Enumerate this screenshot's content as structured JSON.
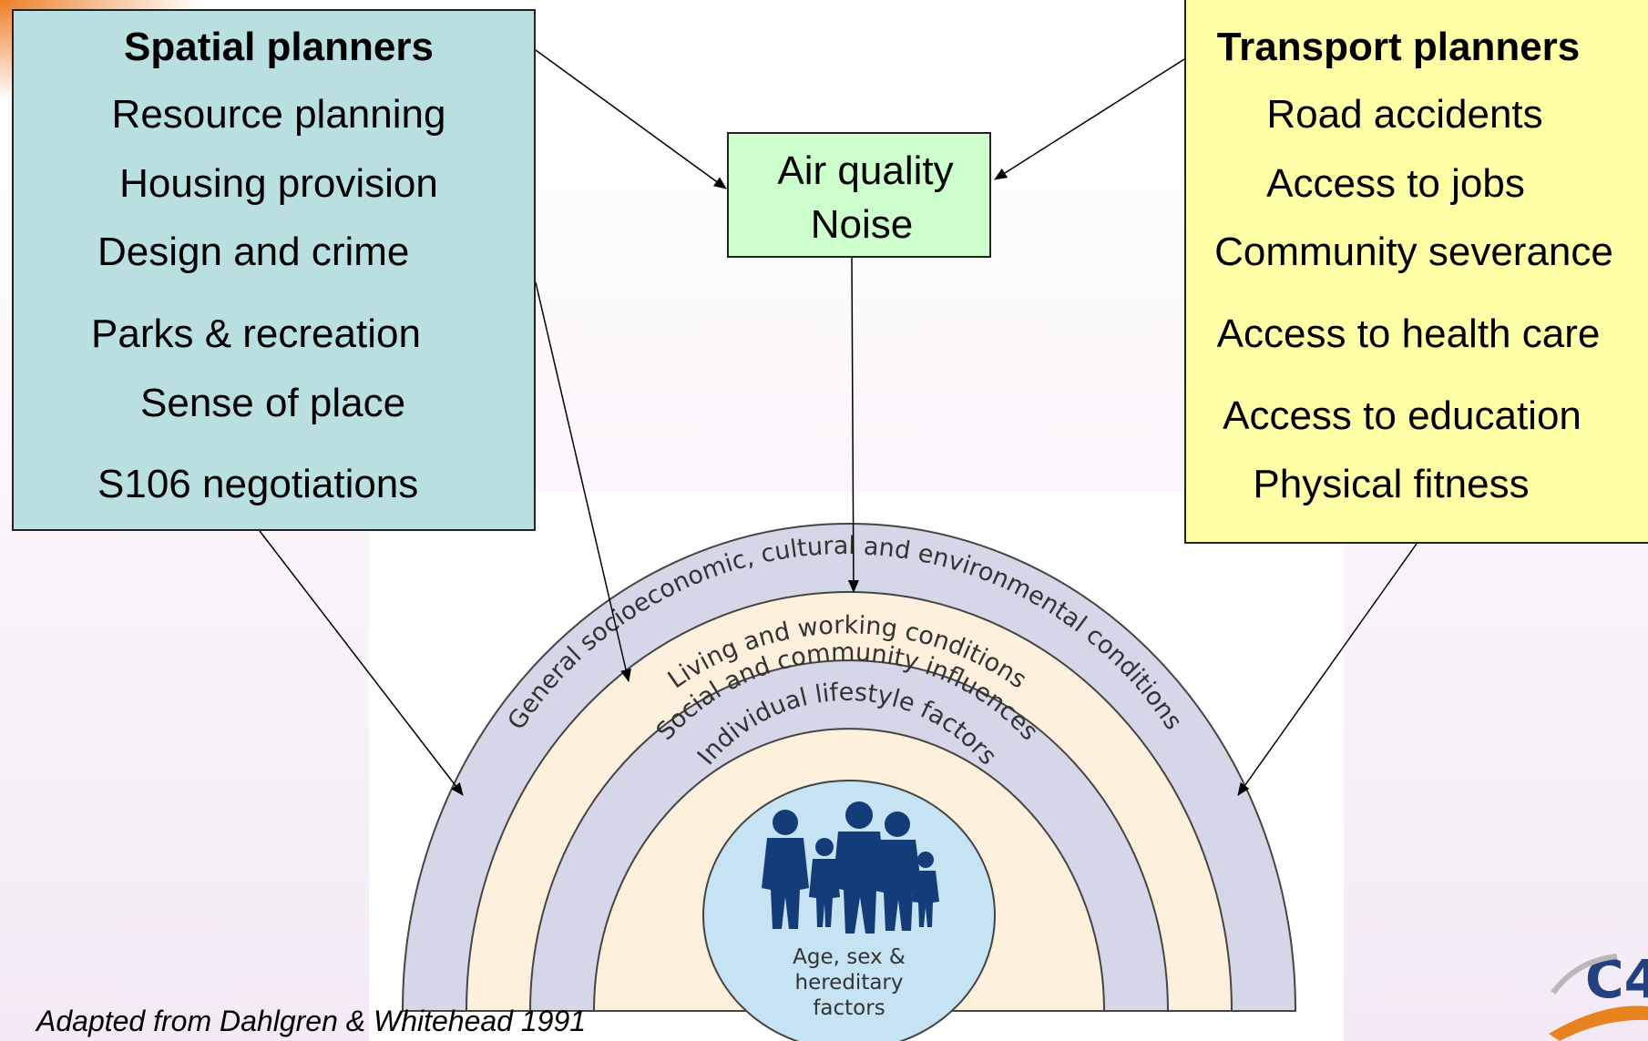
{
  "spatial": {
    "title": "Spatial planners",
    "items": [
      "Resource planning",
      "Housing provision",
      "Design and crime",
      "Parks & recreation",
      "Sense of place",
      "S106 negotiations"
    ]
  },
  "transport": {
    "title": "Transport planners",
    "items": [
      "Road accidents",
      "Access to jobs",
      "Community severance",
      "Access to health care",
      "Access to education",
      "Physical fitness"
    ]
  },
  "center_box": {
    "lines": [
      "Air quality",
      "Noise"
    ]
  },
  "rainbow": {
    "layers": [
      "General socioeconomic, cultural and environmental conditions",
      "Living and working conditions",
      "Social and community influences",
      "Individual lifestyle factors"
    ],
    "core": [
      "Age, sex &",
      "hereditary",
      "factors"
    ]
  },
  "citation": "Adapted from Dahlgren & Whitehead 1991",
  "logo_text": "C4",
  "colors": {
    "spatial_fill": "#b9dfe1",
    "transport_fill": "#ffffa8",
    "center_fill": "#ccffcc",
    "band_lavender": "#d5d7e8",
    "band_peach": "#fdf0dd",
    "core_blue": "#c5e3f3",
    "family_blue": "#143c78",
    "logo_orange": "#e8831f"
  }
}
